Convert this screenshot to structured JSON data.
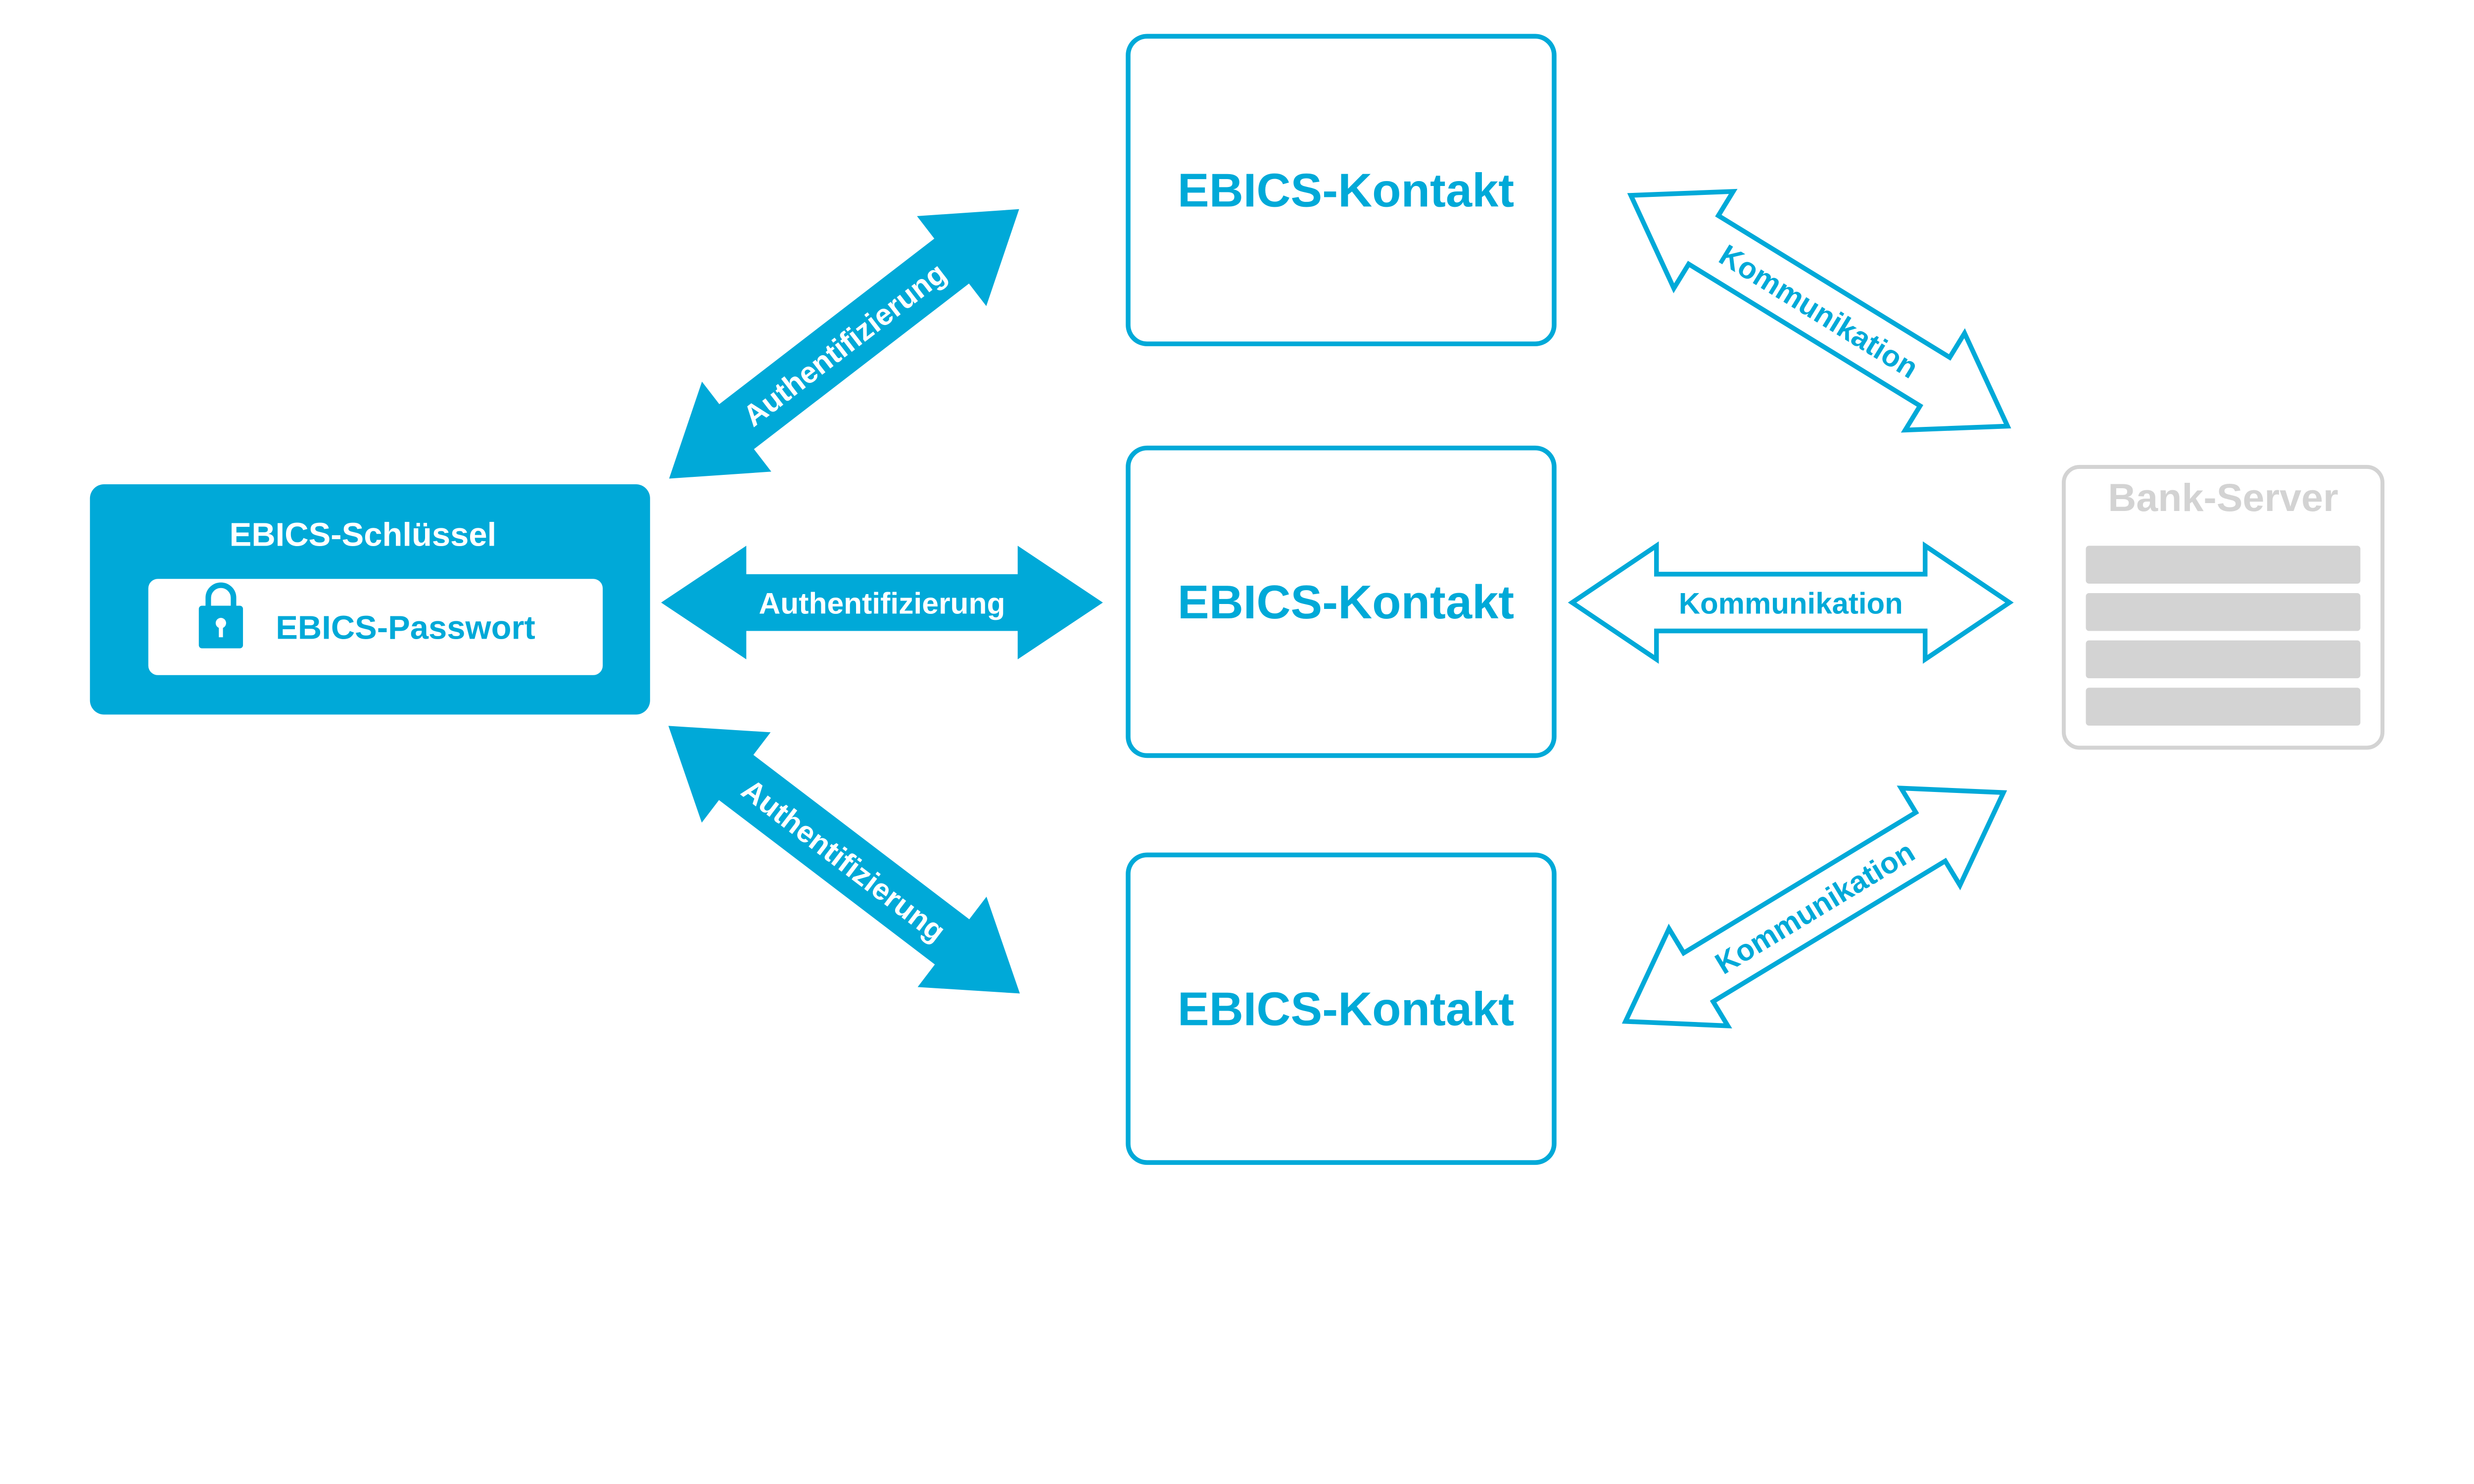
{
  "colors": {
    "accent": "#00a9d8",
    "server_gray": "#d3d3d3",
    "background": "#ffffff"
  },
  "key": {
    "title": "EBICS-Schlüssel",
    "password_label": "EBICS-Passwort",
    "icon": "lock-icon"
  },
  "contacts": [
    {
      "label": "EBICS-Kontakt"
    },
    {
      "label": "EBICS-Kontakt"
    },
    {
      "label": "EBICS-Kontakt"
    }
  ],
  "auth_arrows": [
    {
      "label": "Authentifizierung"
    },
    {
      "label": "Authentifizierung"
    },
    {
      "label": "Authentifizierung"
    }
  ],
  "comm_arrows": [
    {
      "label": "Kommunikation"
    },
    {
      "label": "Kommunikation"
    },
    {
      "label": "Kommunikation"
    }
  ],
  "server": {
    "title": "Bank-Server",
    "rows": 4
  }
}
